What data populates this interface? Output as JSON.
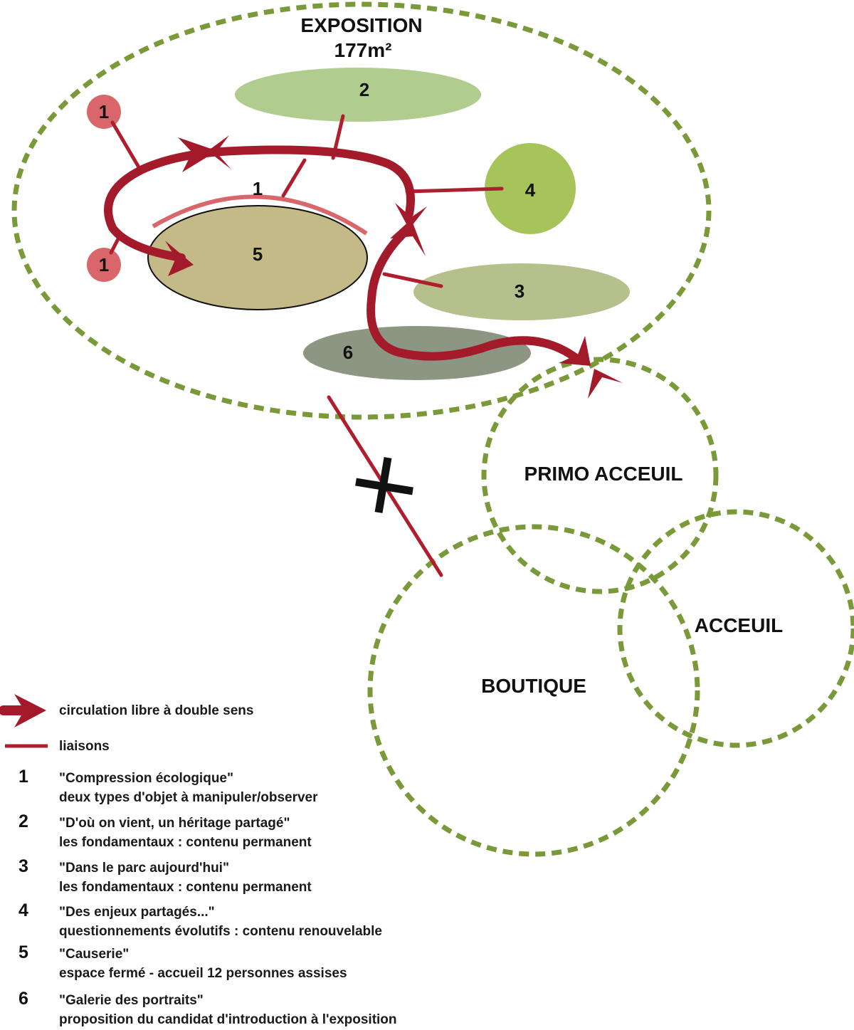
{
  "colors": {
    "zone_border": "#7a9a3a",
    "circulation": "#a31b2a",
    "liaison": "#b01e2e",
    "item1": "#d9666a",
    "arc1": "#d9666a",
    "item2": "#b0cc8e",
    "item3": "#b5c08c",
    "item4": "#a6c45a",
    "item5": "#c4ba88",
    "item6": "#8d9682",
    "cross": "#111111"
  },
  "zones": {
    "exposition": {
      "title": "EXPOSITION",
      "area": "177m²"
    },
    "primo_accueil": {
      "title": "PRIMO ACCEUIL"
    },
    "accueil": {
      "title": "ACCEUIL"
    },
    "boutique": {
      "title": "BOUTIQUE"
    }
  },
  "items": {
    "item1_top": "1",
    "item1_bottom": "1",
    "item1_arc": "1",
    "item2": "2",
    "item3": "3",
    "item4": "4",
    "item5": "5",
    "item6": "6"
  },
  "legend": {
    "circulation": {
      "icon": "arrow-icon",
      "label": "circulation libre à double sens"
    },
    "liaisons": {
      "icon": "line-icon",
      "label": "liaisons"
    },
    "entries": [
      {
        "num": "1",
        "title": "\"Compression écologique\"",
        "desc": "deux types d'objet à manipuler/observer"
      },
      {
        "num": "2",
        "title": "\"D'où on vient, un héritage partagé\"",
        "desc": "les fondamentaux : contenu permanent"
      },
      {
        "num": "3",
        "title": "\"Dans le parc aujourd'hui\"",
        "desc": "les fondamentaux : contenu permanent"
      },
      {
        "num": "4",
        "title": "\"Des enjeux partagés...\"",
        "desc": "questionnements évolutifs : contenu renouvelable"
      },
      {
        "num": "5",
        "title": "\"Causerie\"",
        "desc": "espace fermé - accueil 12 personnes assises"
      },
      {
        "num": "6",
        "title": "\"Galerie des portraits\"",
        "desc": "proposition du candidat d'introduction à l'exposition"
      }
    ]
  }
}
